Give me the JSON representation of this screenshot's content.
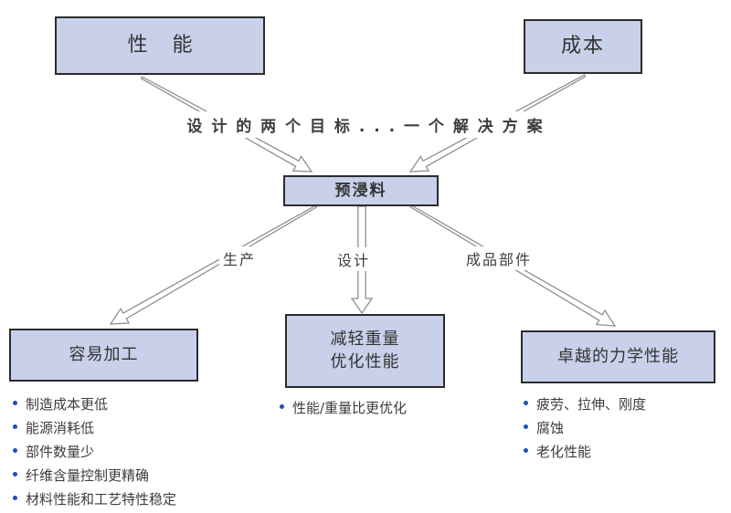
{
  "diagram": {
    "title_implicit": "",
    "top_boxes": [
      {
        "label": "性 能"
      },
      {
        "label": "成本"
      }
    ],
    "goal_text": "设 计 的 两 个 目 标 . . . 一 个 解 决 方 案",
    "center_box": {
      "label": "预浸料"
    },
    "branch_labels": [
      {
        "label": "生产"
      },
      {
        "label": "设计"
      },
      {
        "label": "成品部件"
      }
    ],
    "bottom_boxes": [
      {
        "label_lines": [
          "容易加工"
        ],
        "bullets": [
          "制造成本更低",
          "能源消耗低",
          "部件数量少",
          "纤维含量控制更精确",
          "材料性能和工艺特性稳定"
        ]
      },
      {
        "label_lines": [
          "减轻重量",
          "优化性能"
        ],
        "bullets": [
          "性能/重量比更优化"
        ]
      },
      {
        "label_lines": [
          "卓越的力学性能"
        ],
        "bullets": [
          "疲劳、拉伸、刚度",
          "腐蚀",
          "老化性能"
        ]
      }
    ],
    "colors": {
      "box_fill": "#c9d0ea",
      "box_border": "#2b2b2b",
      "arrow_stroke": "#8f8f8f",
      "bullet_dot": "#1d50b4",
      "text": "#3a3a3a"
    }
  }
}
